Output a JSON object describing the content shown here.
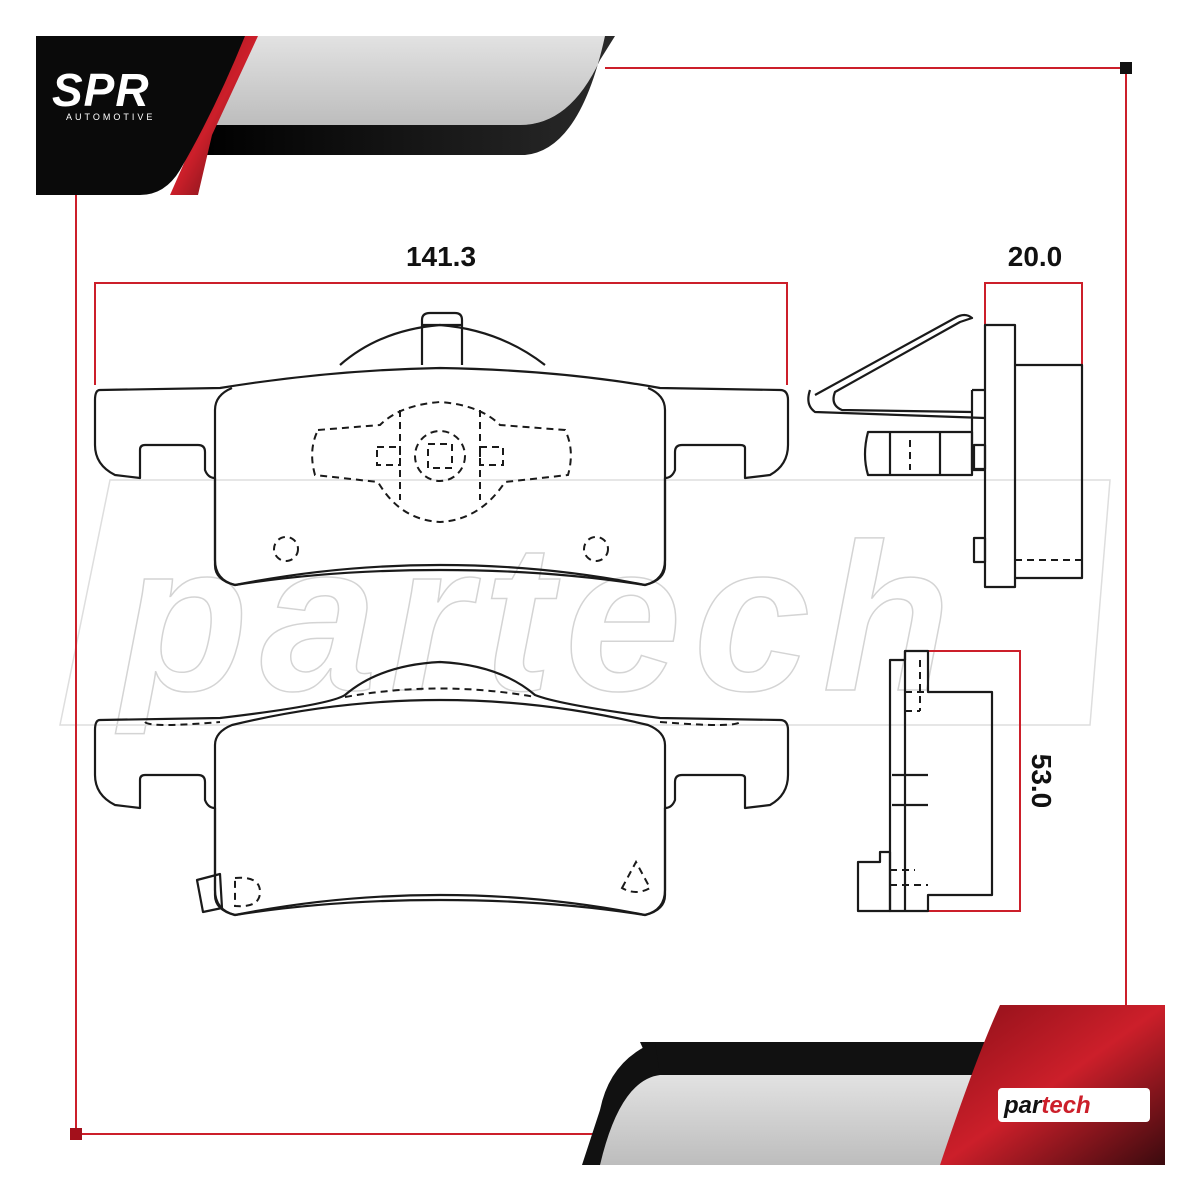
{
  "brand": {
    "top_logo": "SPR",
    "top_logo_sub": "AUTOMOTIVE",
    "bottom_logo_left": "par",
    "bottom_logo_right": "tech",
    "watermark": "partech",
    "accent_color": "#cc1f2a",
    "dark_color": "#111111",
    "panel_gray": "#cfcfcf"
  },
  "dimensions": {
    "width": "141.3",
    "thickness": "20.0",
    "height": "53.0"
  }
}
